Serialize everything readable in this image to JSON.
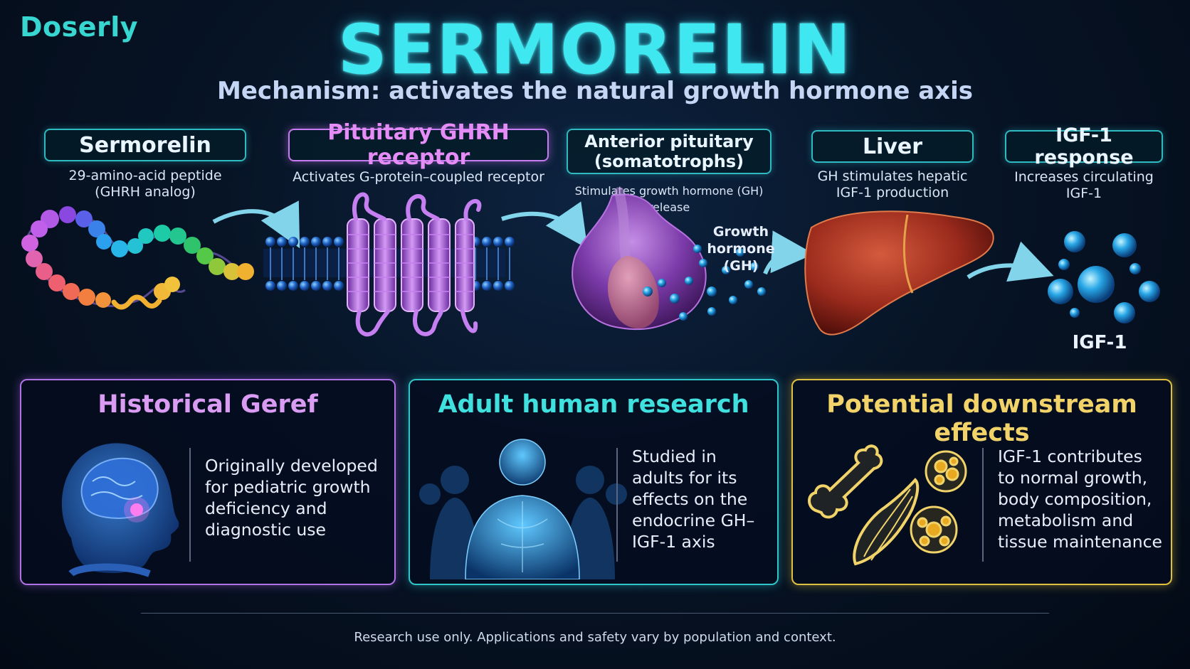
{
  "brand": "Doserly",
  "title": "SERMORELIN",
  "subtitle": "Mechanism: activates the natural growth hormone axis",
  "steps": [
    {
      "label": "Sermorelin",
      "desc": [
        "29-amino-acid peptide",
        "(GHRH analog)"
      ]
    },
    {
      "label": "Pituitary GHRH receptor",
      "desc": [
        "Activates G-protein–coupled receptor"
      ]
    },
    {
      "label": [
        "Anterior pituitary",
        "(somatotrophs)"
      ],
      "desc": [
        "Stimulates growth hormone (GH) release"
      ]
    },
    {
      "label": "Liver",
      "desc": [
        "GH stimulates hepatic",
        "IGF-1 production"
      ]
    },
    {
      "label": "IGF-1 response",
      "desc": [
        "Increases circulating",
        "IGF-1"
      ]
    }
  ],
  "diagram_labels": {
    "gh": [
      "Growth hormone",
      "(GH)"
    ],
    "igf": "IGF-1"
  },
  "panels": [
    {
      "title": "Historical Geref",
      "text": [
        "Originally developed",
        "for pediatric growth",
        "deficiency and",
        "diagnostic use"
      ],
      "icon": "child-brain-icon"
    },
    {
      "title": "Adult human research",
      "text": [
        "Studied in",
        "adults for its",
        "effects on the",
        "endocrine GH–",
        "IGF-1 axis"
      ],
      "icon": "adult-figures-icon"
    },
    {
      "title": "Potential downstream effects",
      "text": [
        "IGF-1 contributes",
        "to normal growth,",
        "body composition,",
        "metabolism and",
        "tissue maintenance"
      ],
      "icon": "bone-muscle-cell-icon"
    }
  ],
  "footer": "Research use only. Applications and safety vary by population and context.",
  "colors": {
    "teal": "#3fe8f0",
    "purple": "#c77bf0",
    "gold": "#e0c040",
    "background": "#071426"
  }
}
